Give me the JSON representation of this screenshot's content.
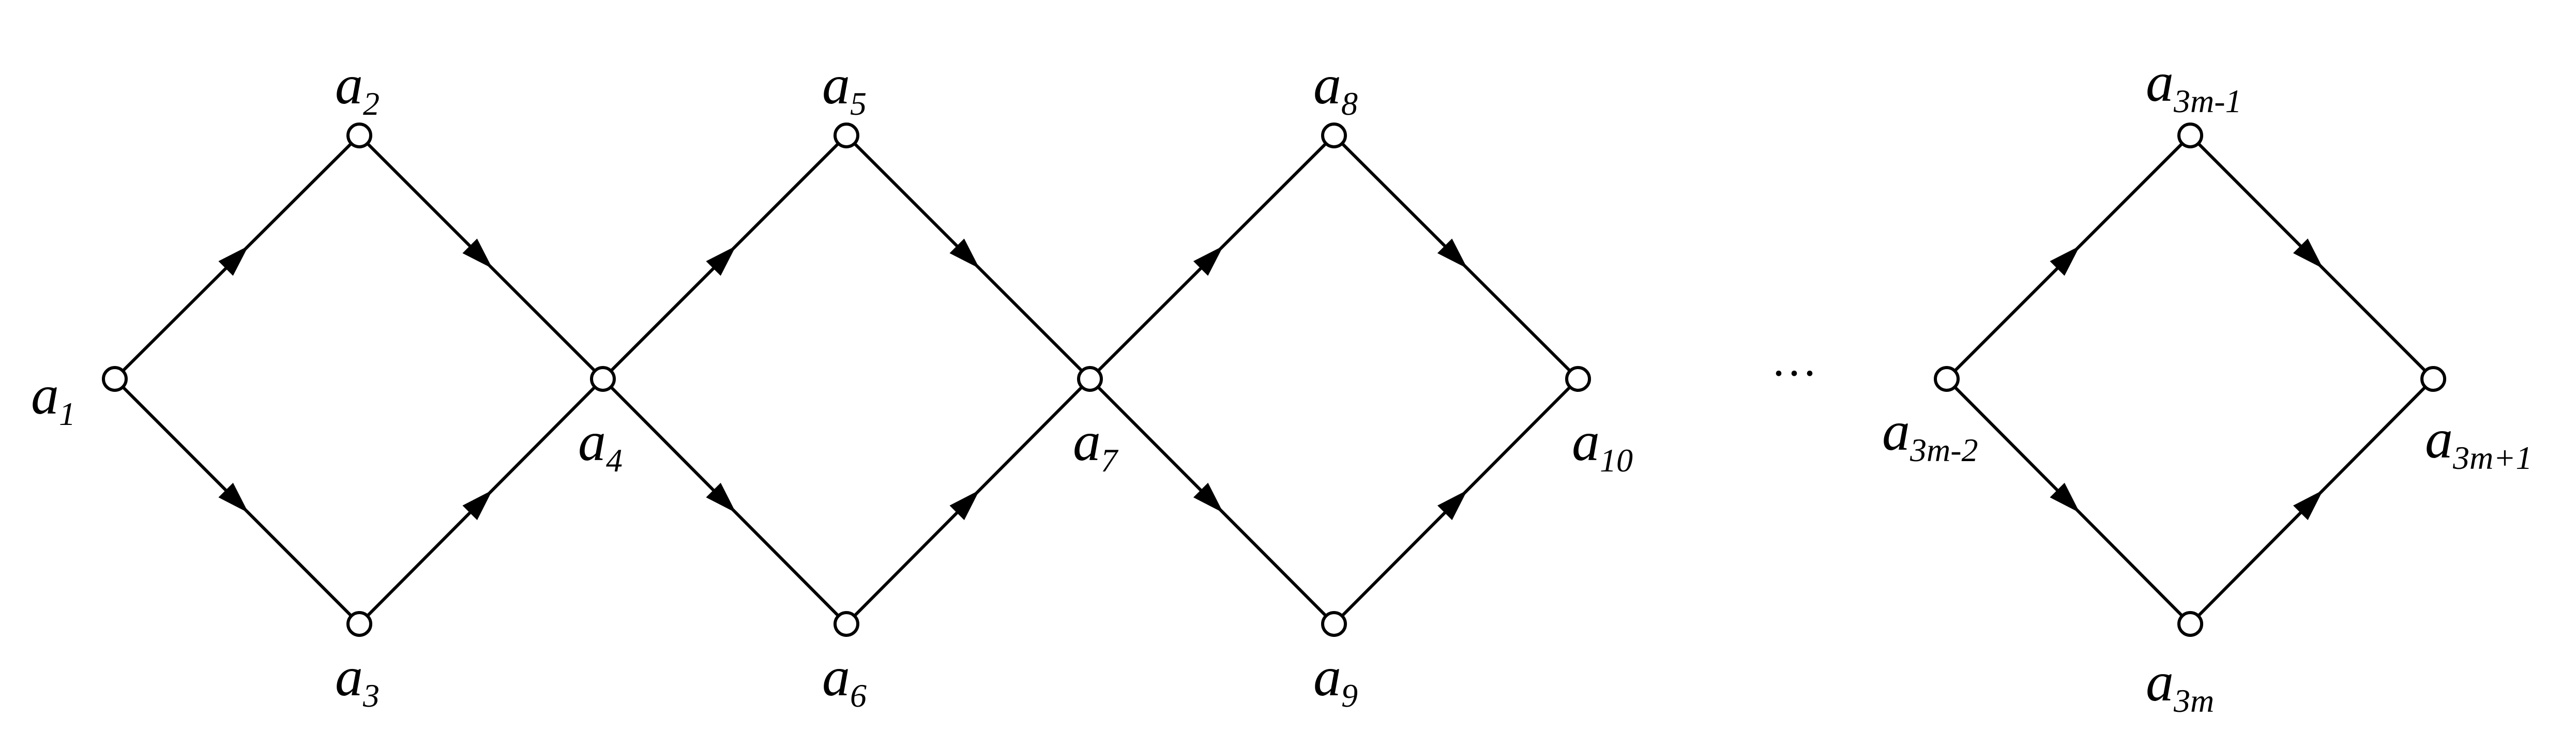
{
  "diagram": {
    "nodes": [
      {
        "id": "a1",
        "base": "a",
        "sub": "1"
      },
      {
        "id": "a2",
        "base": "a",
        "sub": "2"
      },
      {
        "id": "a3",
        "base": "a",
        "sub": "3"
      },
      {
        "id": "a4",
        "base": "a",
        "sub": "4"
      },
      {
        "id": "a5",
        "base": "a",
        "sub": "5"
      },
      {
        "id": "a6",
        "base": "a",
        "sub": "6"
      },
      {
        "id": "a7",
        "base": "a",
        "sub": "7"
      },
      {
        "id": "a8",
        "base": "a",
        "sub": "8"
      },
      {
        "id": "a9",
        "base": "a",
        "sub": "9"
      },
      {
        "id": "a10",
        "base": "a",
        "sub": "10"
      },
      {
        "id": "a3m-2",
        "base": "a",
        "sub": "3m-2"
      },
      {
        "id": "a3m-1",
        "base": "a",
        "sub": "3m-1"
      },
      {
        "id": "a3m",
        "base": "a",
        "sub": "3m"
      },
      {
        "id": "a3m+1",
        "base": "a",
        "sub": "3m+1"
      }
    ],
    "edges": [
      {
        "from": "a1",
        "to": "a2"
      },
      {
        "from": "a2",
        "to": "a4"
      },
      {
        "from": "a1",
        "to": "a3"
      },
      {
        "from": "a3",
        "to": "a4"
      },
      {
        "from": "a4",
        "to": "a5"
      },
      {
        "from": "a5",
        "to": "a7"
      },
      {
        "from": "a4",
        "to": "a6"
      },
      {
        "from": "a6",
        "to": "a7"
      },
      {
        "from": "a7",
        "to": "a8"
      },
      {
        "from": "a8",
        "to": "a10"
      },
      {
        "from": "a7",
        "to": "a9"
      },
      {
        "from": "a9",
        "to": "a10"
      },
      {
        "from": "a3m-2",
        "to": "a3m-1"
      },
      {
        "from": "a3m-1",
        "to": "a3m+1"
      },
      {
        "from": "a3m-2",
        "to": "a3m"
      },
      {
        "from": "a3m",
        "to": "a3m+1"
      }
    ],
    "ellipsis": "···"
  }
}
